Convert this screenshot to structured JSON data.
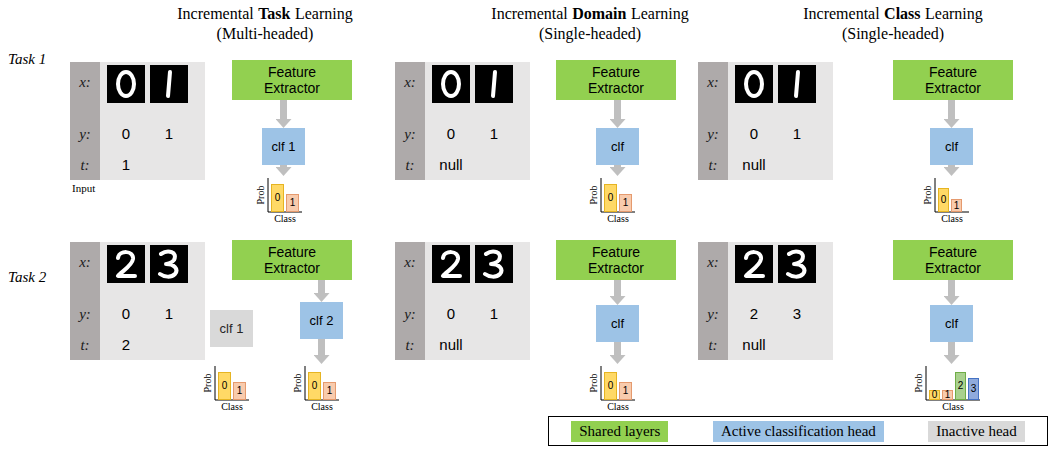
{
  "diagram": {
    "nodes": [
      {
        "text": [
          "0",
          "1",
          "1"
        ]
      },
      {
        "text": [
          "x:",
          "y:",
          "t:"
        ],
        "in": 0
      },
      {
        "text": [
          "Feature Extractor"
        ]
      },
      {
        "text": [
          "clf 1"
        ]
      },
      {
        "text": [
          "0"
        ]
      },
      {
        "text": [
          "1"
        ]
      },
      {
        "text": [
          "0",
          "1",
          "null"
        ]
      },
      {
        "text": [
          "x:",
          "y:",
          "t:"
        ],
        "in": 6
      },
      {
        "text": [
          "Feature Extractor"
        ]
      },
      {
        "text": [
          "clf"
        ]
      },
      {
        "text": [
          "0"
        ]
      },
      {
        "text": [
          "1"
        ]
      },
      {
        "text": [
          "0",
          "1",
          "null"
        ]
      },
      {
        "text": [
          "x:",
          "y:",
          "t:"
        ],
        "in": 12
      },
      {
        "text": [
          "Feature Extractor"
        ]
      },
      {
        "text": [
          "clf"
        ]
      },
      {
        "text": [
          "0"
        ]
      },
      {
        "text": [
          "1"
        ]
      },
      {
        "text": [
          "0",
          "1",
          "2"
        ]
      },
      {
        "text": [
          "x:",
          "y:",
          "t:"
        ],
        "in": 18
      },
      {
        "text": [
          "Feature Extractor"
        ]
      },
      {
        "text": [
          "clf 1"
        ]
      },
      {
        "text": [
          "clf 2"
        ]
      },
      {
        "text": [
          "0"
        ]
      },
      {
        "text": [
          "1"
        ]
      },
      {
        "text": [
          "0"
        ]
      },
      {
        "text": [
          "1"
        ]
      },
      {
        "text": [
          "0",
          "1",
          "null"
        ]
      },
      {
        "text": [
          "x:",
          "y:",
          "t:"
        ],
        "in": 27
      },
      {
        "text": [
          "Feature Extractor"
        ]
      },
      {
        "text": [
          "clf"
        ]
      },
      {
        "text": [
          "0"
        ]
      },
      {
        "text": [
          "1"
        ]
      },
      {
        "text": [
          "2",
          "3",
          "null"
        ]
      },
      {
        "text": [
          "x:",
          "y:",
          "t:"
        ],
        "in": 33
      },
      {
        "text": [
          "Feature Extractor"
        ]
      },
      {
        "text": [
          "clf"
        ]
      },
      {
        "text": [
          "0"
        ]
      },
      {
        "text": [
          "1"
        ]
      },
      {
        "text": [
          "2"
        ]
      },
      {
        "text": [
          "3"
        ]
      }
    ],
    "edges": [
      {
        "from": 2,
        "to": 3,
        "arrow": "to"
      },
      {
        "from": 8,
        "to": 9,
        "arrow": "to"
      },
      {
        "from": 14,
        "to": 15,
        "arrow": "to"
      },
      {
        "from": 20,
        "to": 22,
        "arrow": "to"
      },
      {
        "from": 29,
        "to": 30,
        "arrow": "to"
      },
      {
        "from": 35,
        "to": 36,
        "arrow": "to"
      }
    ],
    "labels": [
      "Incremental",
      "Task",
      "Learning",
      "(Multi-headed)",
      "Incremental",
      "Domain",
      "Learning",
      "(Single-headed)",
      "Incremental",
      "Class",
      "Learning",
      "(Single-headed)",
      "Task 1",
      "Input",
      "Prob",
      "Class",
      "Prob",
      "Class",
      "Prob",
      "Class",
      "Task 2",
      "Prob",
      "Class",
      "Prob",
      "Class",
      "Prob",
      "Class",
      "Prob",
      "Class"
    ],
    "legend": [
      {
        "text": "Shared layers",
        "color": "#92d050"
      },
      {
        "text": "Active classification head",
        "color": "#9dc3e6"
      },
      {
        "text": "Inactive head",
        "color": "#d9d9d9"
      }
    ]
  }
}
